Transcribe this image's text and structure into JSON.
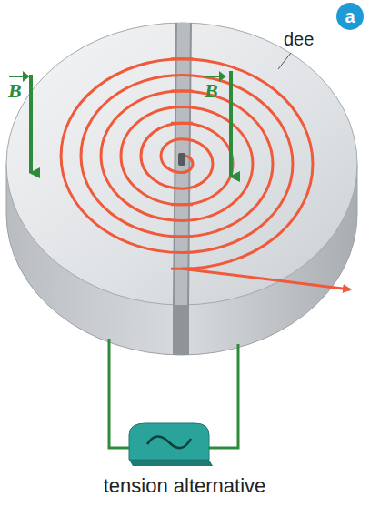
{
  "diagram": {
    "nodes": [
      {
        "text": [
          "a"
        ]
      }
    ],
    "labels": [
      "dee",
      "B",
      "B",
      "tension alternative"
    ]
  }
}
